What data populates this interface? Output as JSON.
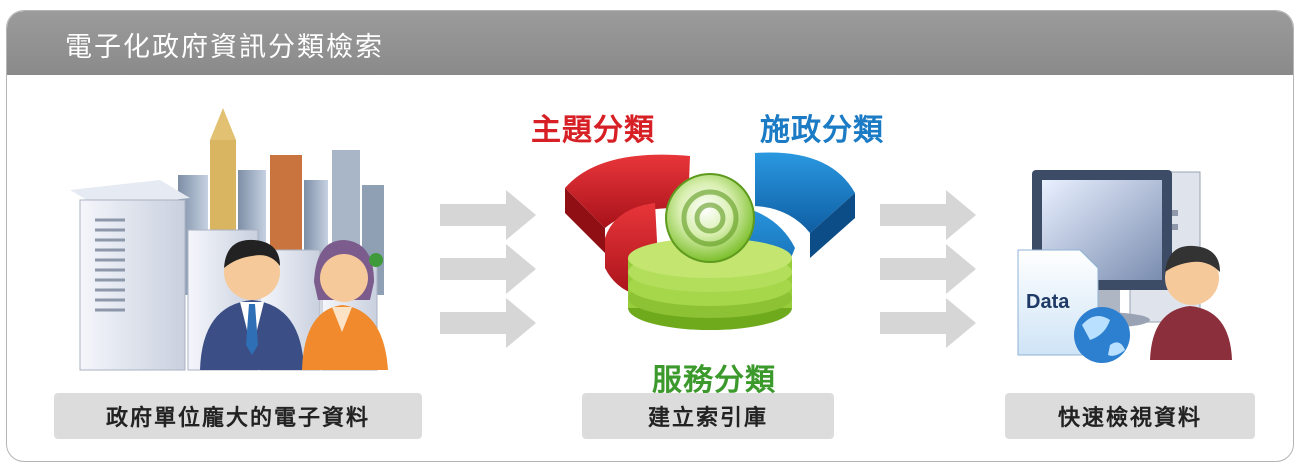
{
  "header": {
    "title": "電子化政府資訊分類檢索"
  },
  "left": {
    "caption": "政府單位龐大的電子資料"
  },
  "center": {
    "caption": "建立索引庫",
    "labels": {
      "topic": "主題分類",
      "policy": "施政分類",
      "service": "服務分類"
    }
  },
  "right": {
    "caption": "快速檢視資料",
    "doc_label": "Data"
  },
  "colors": {
    "header": "#8f8f8f",
    "topic": "#d71f26",
    "policy": "#1b7bc4",
    "service": "#3c9a2c",
    "caption_bg": "#dcdcdc",
    "arrow": "#d6d6d6"
  }
}
